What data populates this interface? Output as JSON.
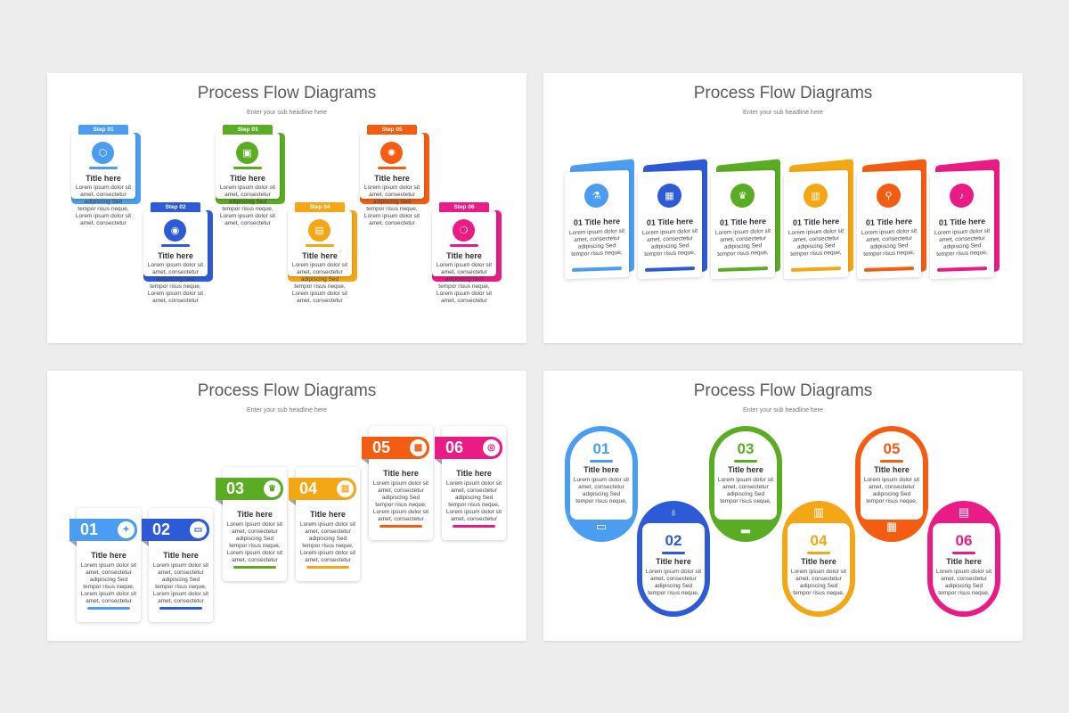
{
  "title": "Process Flow Diagrams",
  "subtitle": "Enter your sub headline here",
  "card_title": "Title here",
  "numbered_title": "01 Title here",
  "lorem_short": "Lorem ipsum dolor sit amet, consectetur adipiscing Sed tempor risus neque, Lorem ipsum dolor sit amet, consectetur",
  "lorem_round": "Lorem ipsum dolor sit amet, consectetur adipiscing Sed tempor risus neque,",
  "colors": {
    "blue_light": "#4a9df0",
    "blue": "#2d5bd8",
    "green": "#5aac22",
    "yellow": "#f4a714",
    "orange": "#f45c12",
    "pink": "#ea1b84"
  },
  "slide1": {
    "steps": [
      {
        "label": "Step 01",
        "color": "#4a9df0",
        "icon": "hexagon-cubes-icon",
        "glyph": "⬡"
      },
      {
        "label": "Step 02",
        "color": "#2d5bd8",
        "icon": "balloon-icon",
        "glyph": "◉"
      },
      {
        "label": "Step 03",
        "color": "#5aac22",
        "icon": "puzzle-icon",
        "glyph": "▣"
      },
      {
        "label": "Step 04",
        "color": "#f4a714",
        "icon": "document-money-icon",
        "glyph": "▤"
      },
      {
        "label": "Step 05",
        "color": "#f45c12",
        "icon": "brain-icon",
        "glyph": "✺"
      },
      {
        "label": "Step 06",
        "color": "#ea1b84",
        "icon": "drop-icon",
        "glyph": "❍"
      }
    ]
  },
  "slide2": {
    "cards": [
      {
        "color": "#4a9df0",
        "icon": "flask-icon",
        "glyph": "⚗"
      },
      {
        "color": "#2d5bd8",
        "icon": "book-icon",
        "glyph": "▦"
      },
      {
        "color": "#5aac22",
        "icon": "trophy-icon",
        "glyph": "♛"
      },
      {
        "color": "#f4a714",
        "icon": "presentation-icon",
        "glyph": "▥"
      },
      {
        "color": "#f45c12",
        "icon": "magnifier-icon",
        "glyph": "⚲"
      },
      {
        "color": "#ea1b84",
        "icon": "bell-icon",
        "glyph": "♪"
      }
    ]
  },
  "slide3": {
    "cards": [
      {
        "num": "01",
        "color": "#4a9df0",
        "icon": "bulb-icon",
        "glyph": "✦"
      },
      {
        "num": "02",
        "color": "#2d5bd8",
        "icon": "laptop-icon",
        "glyph": "▭"
      },
      {
        "num": "03",
        "color": "#5aac22",
        "icon": "trophy-icon",
        "glyph": "♛"
      },
      {
        "num": "04",
        "color": "#f4a714",
        "icon": "presentation-icon",
        "glyph": "▥"
      },
      {
        "num": "05",
        "color": "#f45c12",
        "icon": "bus-icon",
        "glyph": "▩"
      },
      {
        "num": "06",
        "color": "#ea1b84",
        "icon": "globe-icon",
        "glyph": "◎"
      }
    ]
  },
  "slide4": {
    "cards": [
      {
        "num": "01",
        "color": "#4a9df0",
        "icon": "monitor-icon",
        "glyph": "▭"
      },
      {
        "num": "02",
        "color": "#2d5bd8",
        "icon": "planet-icon",
        "glyph": "♁"
      },
      {
        "num": "03",
        "color": "#5aac22",
        "icon": "shoe-icon",
        "glyph": "▂"
      },
      {
        "num": "04",
        "color": "#f4a714",
        "icon": "podium-icon",
        "glyph": "▥"
      },
      {
        "num": "05",
        "color": "#f45c12",
        "icon": "map-icon",
        "glyph": "▦"
      },
      {
        "num": "06",
        "color": "#ea1b84",
        "icon": "calculator-icon",
        "glyph": "▤"
      }
    ]
  }
}
